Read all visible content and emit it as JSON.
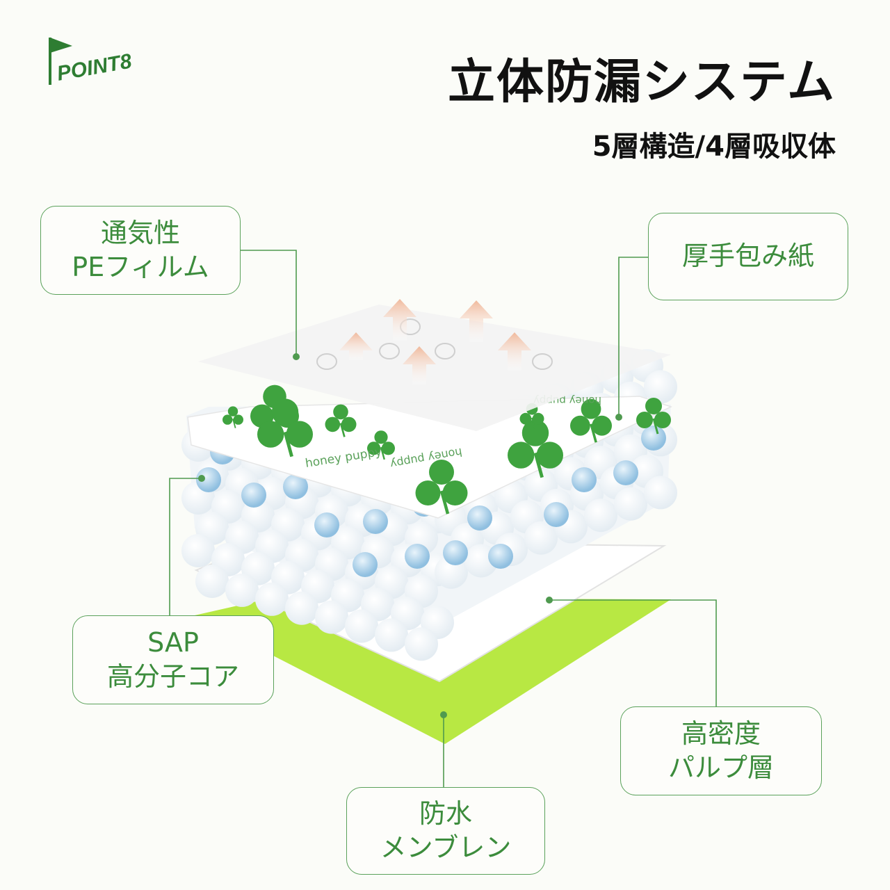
{
  "logo": {
    "text": "POINT8",
    "icon": "flag-icon"
  },
  "title": "立体防漏システム",
  "subtitle": "5層構造/4層吸収体",
  "callouts": {
    "pe_film": {
      "line1": "通気性",
      "line2": "PEフィルム"
    },
    "wrap_paper": {
      "line1": "厚手包み紙"
    },
    "sap_core": {
      "line1": "SAP",
      "line2": "高分子コア"
    },
    "pulp_layer": {
      "line1": "高密度",
      "line2": "パルプ層"
    },
    "membrane": {
      "line1": "防水",
      "line2": "メンブレン"
    }
  },
  "layer_print_text": "honey puppy",
  "colors": {
    "accent": "#3c8c3c",
    "leaf": "#3fa33f",
    "membrane": "#b8e843",
    "arrow": "#f2c6ad",
    "bead": "#a9cde6"
  }
}
